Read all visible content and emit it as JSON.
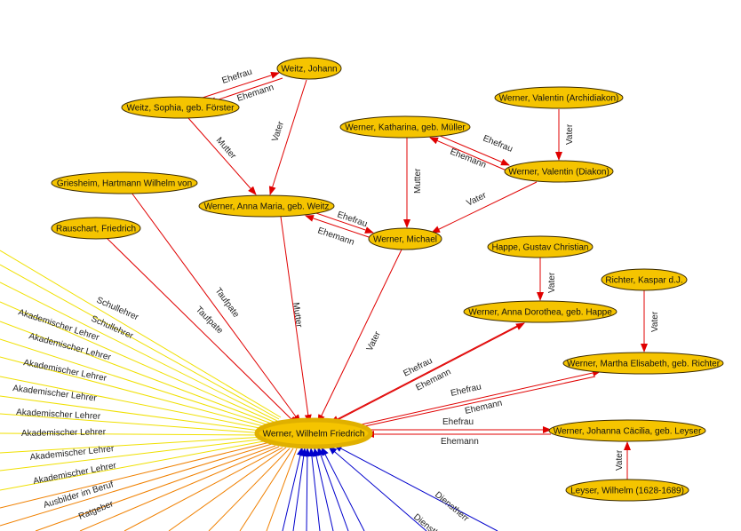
{
  "graph": {
    "nodes": {
      "weitz_johann": "Weitz, Johann",
      "weitz_sophia": "Weitz, Sophia, geb. Förster",
      "werner_valentin_archi": "Werner, Valentin (Archidiakon)",
      "werner_katharina": "Werner, Katharina, geb. Müller",
      "werner_valentin_diakon": "Werner, Valentin (Diakon)",
      "griesheim": "Griesheim, Hartmann Wilhelm von",
      "werner_anna_maria": "Werner, Anna Maria, geb. Weitz",
      "rauschart": "Rauschart, Friedrich",
      "werner_michael": "Werner, Michael",
      "happe_gustav": "Happe, Gustav Christian",
      "richter_kaspar": "Richter, Kaspar d.J.",
      "werner_anna_dorothea": "Werner, Anna Dorothea, geb. Happe",
      "werner_martha": "Werner, Martha Elisabeth, geb. Richter",
      "werner_wilhelm": "Werner, Wilhelm Friedrich",
      "werner_johanna": "Werner, Johanna Cäcilia, geb. Leyser",
      "leyser_wilhelm": "Leyser, Wilhelm (1628-1689)"
    },
    "edge_labels": {
      "ehefrau_weitz": "Ehefrau",
      "ehemann_weitz": "Ehemann",
      "mutter_sophia": "Mutter",
      "vater_johann": "Vater",
      "ehefrau_valentin": "Ehefrau",
      "ehemann_valentin": "Ehemann",
      "vater_archi": "Vater",
      "mutter_katharina": "Mutter",
      "vater_diakon": "Vater",
      "ehefrau_michael": "Ehefrau",
      "ehemann_michael": "Ehemann",
      "taufpate_griesheim": "Taufpate",
      "taufpate_rauschart": "Taufpate",
      "mutter_anna_maria": "Mutter",
      "vater_michael": "Vater",
      "vater_happe": "Vater",
      "vater_richter": "Vater",
      "ehefrau_dorothea": "Ehefrau",
      "ehemann_dorothea": "Ehemann",
      "ehefrau_martha": "Ehefrau",
      "ehemann_martha": "Ehemann",
      "ehefrau_johanna": "Ehefrau",
      "ehemann_johanna": "Ehemann",
      "vater_leyser": "Vater",
      "dienstherr_1": "Dienstherr",
      "dienstherr_2": "Dienstherr"
    },
    "fan_labels": [
      "Schullehrer",
      "Schullehrer",
      "Akademischer Lehrer",
      "Akademischer Lehrer",
      "Akademischer Lehrer",
      "Akademischer Lehrer",
      "Akademischer Lehrer",
      "Akademischer Lehrer",
      "Akademischer Lehrer",
      "Akademischer Lehrer",
      "Ausbilder im Beruf",
      "Ratgeber"
    ],
    "colors": {
      "node_fill": "#f5c400",
      "family_edge": "#e00000",
      "teacher_edge": "#f0e000",
      "mentor_edge": "#f08000",
      "employer_edge": "#0000cc"
    }
  }
}
